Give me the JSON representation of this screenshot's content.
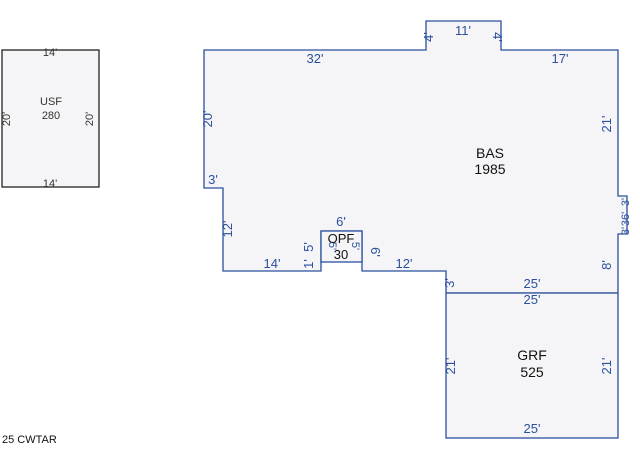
{
  "colors": {
    "line": "#2b4f9e",
    "dim_text": "#2b4f9e",
    "usf_line": "#222222",
    "usf_text": "#333333",
    "label_text": "#111111",
    "fill": "#f5f5f7"
  },
  "usf": {
    "code": "USF",
    "area": "280",
    "top": "14'",
    "bottom": "14'",
    "left": "20'",
    "right": "20'"
  },
  "bas": {
    "code": "BAS",
    "area": "1985",
    "dims": {
      "top_left": "32'",
      "bump_left": "4'",
      "bump_top": "11'",
      "bump_right": "4'",
      "top_right": "17'",
      "left_upper": "20'",
      "left_step": "3'",
      "left_lower": "12'",
      "bottom_left": "14'",
      "notch_left_a": "1'",
      "notch_left_b": "5'",
      "notch_right": "6'",
      "bottom_mid": "12'",
      "drop": "3'",
      "bottom_right": "25'",
      "right_upper": "21'",
      "right_bump_a": "3'",
      "right_bump_b": "36'",
      "right_bump_c": "3'",
      "right_lower": "8'"
    }
  },
  "opf": {
    "code": "OPF",
    "area": "30",
    "top": "6'",
    "left": "5'",
    "right": "5'"
  },
  "grf": {
    "code": "GRF",
    "area": "525",
    "top": "25'",
    "bottom": "25'",
    "left": "21'",
    "right": "21'"
  },
  "footer": {
    "text": "25 CWTAR"
  }
}
